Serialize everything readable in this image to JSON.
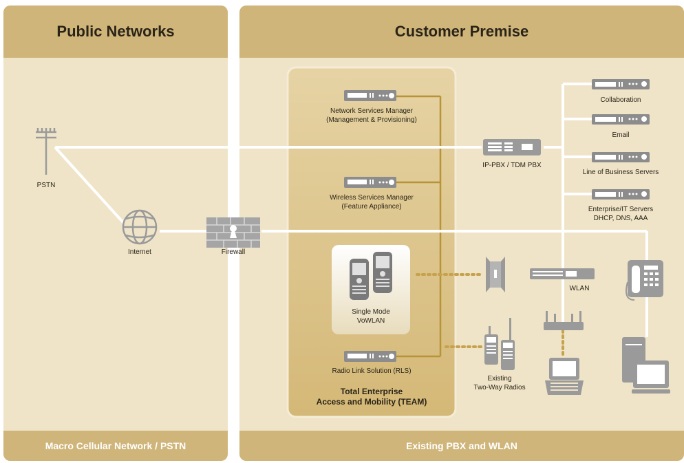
{
  "left_panel": {
    "title": "Public Networks",
    "footer": "Macro Cellular Network / PSTN"
  },
  "right_panel": {
    "title": "Customer Premise",
    "footer": "Existing PBX and WLAN"
  },
  "nodes": {
    "pstn": "PSTN",
    "internet": "Internet",
    "firewall": "Firewall",
    "nsm_line1": "Network Services Manager",
    "nsm_line2": "(Management & Provisioning)",
    "wsm_line1": "Wireless Services Manager",
    "wsm_line2": "(Feature Appliance)",
    "vowlan_line1": "Single Mode",
    "vowlan_line2": "VoWLAN",
    "rls": "Radio Link Solution (RLS)",
    "team_line1": "Total Enterprise",
    "team_line2": "Access and Mobility (TEAM)",
    "pbx": "IP-PBX / TDM PBX",
    "collaboration": "Collaboration",
    "email": "Email",
    "lob": "Line of Business Servers",
    "enterprise_line1": "Enterprise/IT Servers",
    "enterprise_line2": "DHCP, DNS, AAA",
    "wlan": "WLAN",
    "radios_line1": "Existing",
    "radios_line2": "Two-Way Radios"
  },
  "colors": {
    "panel_header": "#cfb57a",
    "panel_bg": "#efe4c8",
    "team_box": "#d9c28c",
    "device_gray": "#9a9a9a",
    "line": "#ffffff",
    "dotted_link": "#c6a24e",
    "team_bus": "#b89338"
  }
}
